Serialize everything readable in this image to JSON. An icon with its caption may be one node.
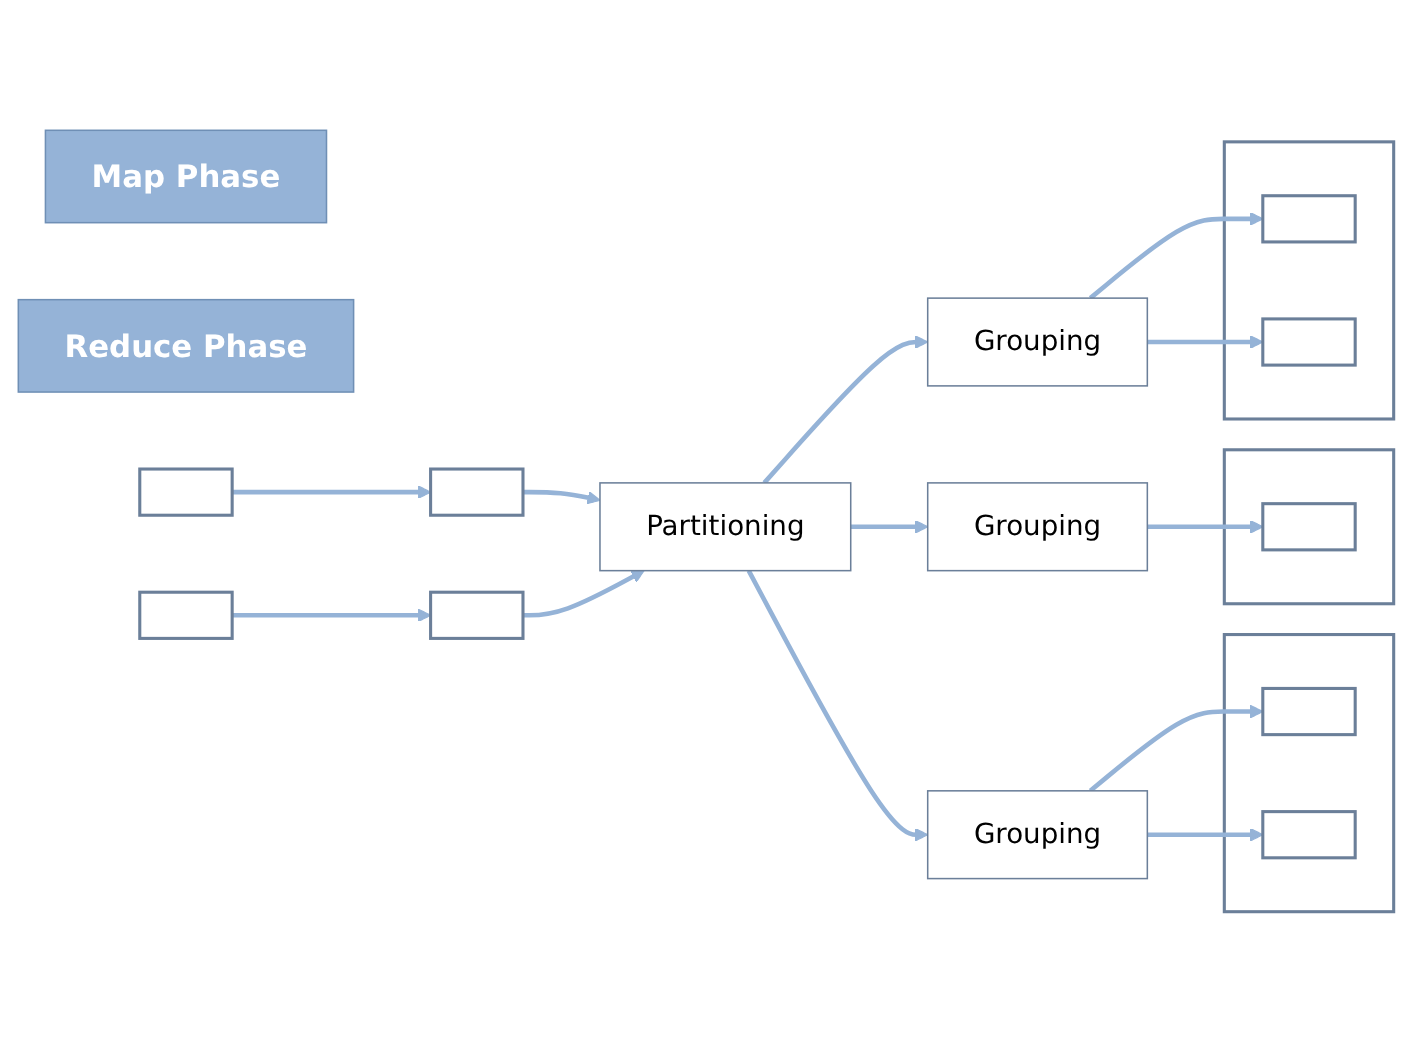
{
  "diagram": {
    "nodes": [
      {
        "text": [
          "Map Phase"
        ]
      },
      {
        "text": [
          "Reduce Phase"
        ]
      },
      {
        "text": [],
        "shape": "box"
      },
      {
        "text": [],
        "shape": "box"
      },
      {
        "text": [],
        "shape": "box"
      },
      {
        "text": [],
        "shape": "box"
      },
      {
        "text": [
          "Partitioning"
        ]
      },
      {
        "text": [
          "Grouping"
        ]
      },
      {
        "text": [
          "Grouping"
        ]
      },
      {
        "text": [
          "Grouping"
        ]
      },
      {
        "text": [],
        "shape": "box"
      },
      {
        "text": [],
        "shape": "box",
        "in": 10
      },
      {
        "text": [],
        "shape": "box",
        "in": 10
      },
      {
        "text": [],
        "shape": "box"
      },
      {
        "text": [],
        "shape": "box",
        "in": 13
      },
      {
        "text": [],
        "shape": "box"
      },
      {
        "text": [],
        "shape": "box",
        "in": 15
      },
      {
        "text": [],
        "shape": "box",
        "in": 15
      }
    ],
    "edges": [
      {
        "from": 2,
        "to": 4,
        "arrow": "to"
      },
      {
        "from": 3,
        "to": 5,
        "arrow": "to"
      },
      {
        "from": 4,
        "to": 6,
        "arrow": "to"
      },
      {
        "from": 5,
        "to": 6,
        "arrow": "to"
      },
      {
        "from": 6,
        "to": 7,
        "arrow": "to"
      },
      {
        "from": 6,
        "to": 8,
        "arrow": "to"
      },
      {
        "from": 6,
        "to": 9,
        "arrow": "to"
      },
      {
        "from": 7,
        "to": 11,
        "arrow": "to"
      },
      {
        "from": 7,
        "to": 12,
        "arrow": "to"
      },
      {
        "from": 8,
        "to": 14,
        "arrow": "to"
      },
      {
        "from": 9,
        "to": 16,
        "arrow": "to"
      },
      {
        "from": 9,
        "to": 17,
        "arrow": "to"
      }
    ]
  }
}
